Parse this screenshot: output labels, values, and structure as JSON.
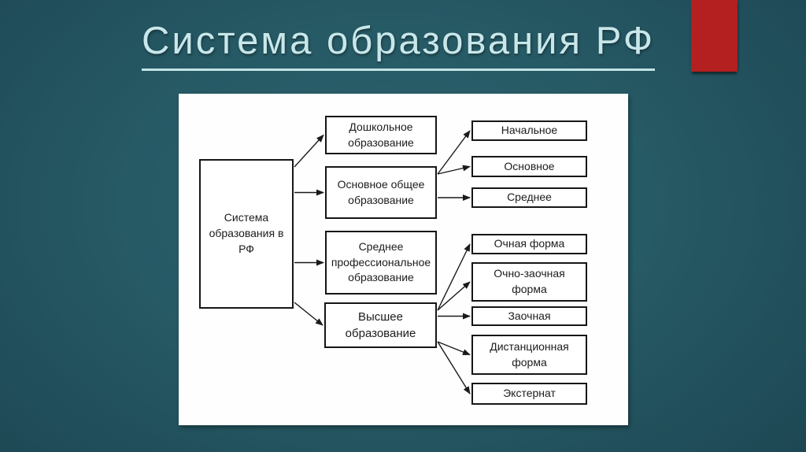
{
  "slide": {
    "title": "Система образования РФ"
  },
  "colors": {
    "background_center": "#2d6370",
    "background_edge": "#152f3a",
    "title_text": "#c9e7ea",
    "accent_red": "#b41f20",
    "panel_bg": "#fefefe",
    "node_border": "#161616",
    "node_text": "#1c1c1c",
    "arrow": "#1a1a1a"
  },
  "diagram": {
    "root": {
      "id": "root",
      "label": "Система образования в РФ"
    },
    "levels": [
      {
        "id": "preschool",
        "label": "Дошкольное образование"
      },
      {
        "id": "general",
        "label": "Основное общее образование"
      },
      {
        "id": "vocational",
        "label": "Среднее профессиональное образование"
      },
      {
        "id": "higher",
        "label": "Высшее образование"
      }
    ],
    "general_sublevels": [
      {
        "id": "primary",
        "label": "Начальное"
      },
      {
        "id": "basic",
        "label": "Основное"
      },
      {
        "id": "secondary",
        "label": "Среднее"
      }
    ],
    "higher_forms": [
      {
        "id": "full-time",
        "label": "Очная форма"
      },
      {
        "id": "part-time",
        "label": "Очно-заочная форма"
      },
      {
        "id": "extramural",
        "label": "Заочная"
      },
      {
        "id": "distance",
        "label": "Дистанционная форма"
      },
      {
        "id": "external",
        "label": "Экстернат"
      }
    ],
    "edges": [
      {
        "from": "root",
        "to": "preschool"
      },
      {
        "from": "root",
        "to": "general"
      },
      {
        "from": "root",
        "to": "vocational"
      },
      {
        "from": "root",
        "to": "higher"
      },
      {
        "from": "general",
        "to": "primary"
      },
      {
        "from": "general",
        "to": "basic"
      },
      {
        "from": "general",
        "to": "secondary"
      },
      {
        "from": "higher",
        "to": "full-time"
      },
      {
        "from": "higher",
        "to": "part-time"
      },
      {
        "from": "higher",
        "to": "extramural"
      },
      {
        "from": "higher",
        "to": "distance"
      },
      {
        "from": "higher",
        "to": "external"
      }
    ]
  }
}
